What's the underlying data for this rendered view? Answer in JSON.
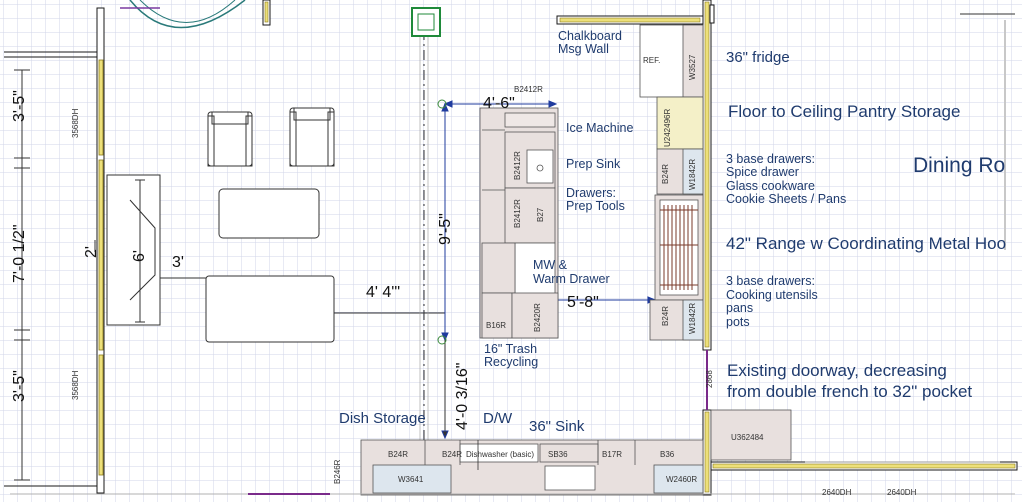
{
  "labels": {
    "chalkboard_line1": "Chalkboard",
    "chalkboard_line2": "Msg Wall",
    "fridge": "36\" fridge",
    "pantry": "Floor to Ceiling Pantry Storage",
    "dining": "Dining Ro",
    "drawers_a_head": "3 base drawers:",
    "drawers_a_1": "Spice drawer",
    "drawers_a_2": "Glass cookware",
    "drawers_a_3": "Cookie Sheets / Pans",
    "range": "42\" Range w Coordinating Metal Hoo",
    "drawers_b_head": "3 base drawers:",
    "drawers_b_1": "Cooking utensils",
    "drawers_b_2": "pans",
    "drawers_b_3": "pots",
    "doorway_line1": "Existing doorway, decreasing",
    "doorway_line2": "from double french to 32\" pocket",
    "ice_machine": "Ice Machine",
    "prep_sink": "Prep Sink",
    "prep_tools_line1": "Drawers:",
    "prep_tools_line2": "Prep Tools",
    "mw_line1": "MW &",
    "mw_line2": "Warm Drawer",
    "trash_line1": "16\" Trash",
    "trash_line2": "Recycling",
    "dish_storage": "Dish Storage",
    "dw": "D/W",
    "sink36": "36\" Sink"
  },
  "dimensions": {
    "d_4_6": "4'-6\"",
    "d_9_5": "9'-5\"",
    "d_5_8": "5'-8\"",
    "d_4_4": "4' 4'\"",
    "d_3ft": "3'",
    "d_6ft": "6'",
    "d_2ft": "2'",
    "d_3_5_top": "3'-5\"",
    "d_7_0": "7'-0 1/2\"",
    "d_3_5_bottom": "3'-5\"",
    "d_4_0": "4'-0 3/16\""
  },
  "cabinets": {
    "b2412r_top": "B2412R",
    "ref": "REF.",
    "w3527": "W3527",
    "u242496r": "U242496R",
    "b2412r_a": "B2412R",
    "b2412r_b": "B2412R",
    "b27": "B27",
    "b2420r": "B2420R",
    "b16r": "B16R",
    "b24r_a": "B24R",
    "w1842r_a": "W1842R",
    "b24r_b": "B24R",
    "w1842r_b": "W1842R",
    "d2868": "2868",
    "u362484": "U362484",
    "b24r_c": "B24R",
    "b24r_d": "B24R",
    "dishwasher": "Dishwasher (basic)",
    "sb36": "SB36",
    "b17r": "B17R",
    "b36": "B36",
    "b246r": "B246R",
    "w3641": "W3641",
    "w2460r": "W2460R",
    "d3568_top": "3568DH",
    "d3568_bottom": "3568DH",
    "d2640_a": "2640DH",
    "d2640_b": "2640DH"
  }
}
